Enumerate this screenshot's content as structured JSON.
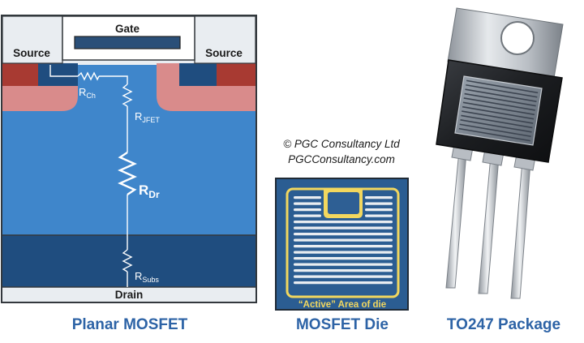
{
  "mosfet": {
    "gate_label": "Gate",
    "source_left_label": "Source",
    "source_right_label": "Source",
    "drain_label": "Drain",
    "r_ch": {
      "main": "R",
      "sub": "Ch"
    },
    "r_jfet": {
      "main": "R",
      "sub": "JFET"
    },
    "r_dr": {
      "main": "R",
      "sub": "Dr"
    },
    "r_subs": {
      "main": "R",
      "sub": "Subs"
    },
    "caption": "Planar MOSFET"
  },
  "copyright": {
    "line1": "© PGC Consultancy Ltd",
    "line2": "PGCConsultancy.com"
  },
  "die": {
    "active_label": "“Active” Area of die",
    "caption": "MOSFET Die"
  },
  "package": {
    "caption": "TO247 Package"
  },
  "colors": {
    "caption_blue": "#2d63a6",
    "drift_blue": "#3f86cb",
    "substrate_navy": "#1f4d7f",
    "body_pink": "#d98b8b",
    "source_red": "#a83a32",
    "die_yellow": "#f2d75e"
  }
}
